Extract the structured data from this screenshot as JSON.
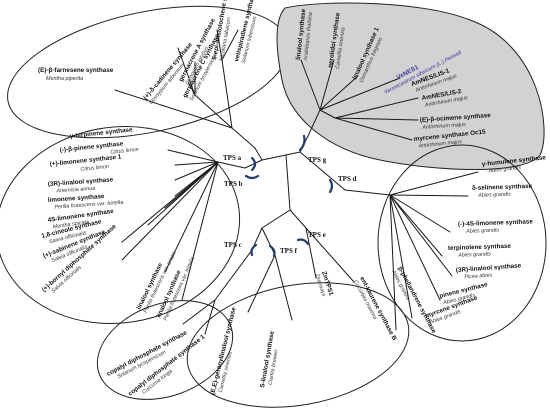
{
  "colors": {
    "branch": "#1a1a1a",
    "shaded_clade": "#d2d2d2",
    "highlight": "#3a3a9c",
    "bracket": "#1f3b6b"
  },
  "tps_labels": {
    "a": "TPS a",
    "b": "TPS b",
    "c": "TPS c",
    "d": "TPS d",
    "e": "TPS e",
    "f": "TPS f",
    "g": "TPS g"
  },
  "leaves": {
    "a1": {
      "gene": "5-epi-aristolochene synthase",
      "species": "Nicotiana tabacum"
    },
    "a2": {
      "gene": "vetispiradiene synthase",
      "species": "Solanum tuberosum"
    },
    "a3": {
      "gene": "germacrene A synthase",
      "species": "Cichorium intybus"
    },
    "a4": {
      "gene": "germacrene C synthase",
      "species": "Solanum lycopersicum"
    },
    "a5": {
      "gene": "(+)-δ-cadinene synthase",
      "species": "Gossypium arboreum"
    },
    "a6": {
      "gene": "(E)-β-farnesene synthase",
      "species": "Mentha piperita"
    },
    "g1": {
      "gene": "linalool synthase",
      "species": "Arabidopsis thaliana"
    },
    "g2": {
      "gene": "nerolidol synthase",
      "species": "Camellia sinensis"
    },
    "g3": {
      "gene": "linalool synthase 1",
      "species": "Osmanthus fragrans"
    },
    "g4": {
      "gene": "VeNES1",
      "species": "Veronicastrum sibiricum (L.) Pennell"
    },
    "g5": {
      "gene": "AmNES/LIS-1",
      "species": "Antirrhinum majus"
    },
    "g6": {
      "gene": "AmNES/LIS-2",
      "species": "Antirrhinum majus"
    },
    "g7": {
      "gene": "(E)-β-ocimene synthase",
      "species": "Antirrhinum majus"
    },
    "g8": {
      "gene": "myrcene synthase Oc15",
      "species": "Antirrhinum majus"
    },
    "b1": {
      "gene": "γ-terpinene synthase",
      "species": "Citrus limon"
    },
    "b2": {
      "gene": "(-)-β-pinene synthase",
      "species": "Citrus limon"
    },
    "b3": {
      "gene": "(+)-limonene synthase 1",
      "species": "Citrus limon"
    },
    "b4": {
      "gene": "(3R)-linalool synthase",
      "species": "Artemisia annua"
    },
    "b5": {
      "gene": "limonene synthase",
      "species": "Perilla frutescens var. hirtella"
    },
    "b6": {
      "gene": "4S-limonene synthase",
      "species": "Mentha spicata"
    },
    "b7": {
      "gene": "1,8-cineole synthase",
      "species": "Salvia officinalis"
    },
    "b8": {
      "gene": "(+)-sabinene synthase",
      "species": "Salvia officinalis"
    },
    "b9": {
      "gene": "(+)-bornyl diphosphate synthase",
      "species": "Salvia officinalis"
    },
    "b10": {
      "gene": "linalool synthase",
      "species": "Perilla frutescens var. crispa"
    },
    "b11": {
      "gene": "linalool synthase",
      "species": "Perilla frutescens var. hirtella"
    },
    "d1": {
      "gene": "γ-humulene synthase",
      "species": "Abies grandis"
    },
    "d2": {
      "gene": "δ-selinene synthase",
      "species": "Abies grandis"
    },
    "d3": {
      "gene": "(-)-4S-limonene synthase",
      "species": "Abies grandis"
    },
    "d4": {
      "gene": "terpinolene synthase",
      "species": "Abies grandis"
    },
    "d5": {
      "gene": "(3R)-linalool synthase",
      "species": "Picea abies"
    },
    "d6": {
      "gene": "pinene synthase",
      "species": "Abies grandis"
    },
    "d7": {
      "gene": "myrcene synthase",
      "species": "Abies grandis"
    },
    "d8": {
      "gene": "β-phellandrene synthase",
      "species": "Abies grandis"
    },
    "c1": {
      "gene": "copalyl diphosphate synthase",
      "species": "Solanum lycopersicum"
    },
    "c2": {
      "gene": "copalyl diphosphate synthase 1",
      "species": "Curcuma longa"
    },
    "f1": {
      "gene": "(E,E)-geranyllinalool synthase",
      "species": "Camellia sinensis"
    },
    "f2": {
      "gene": "S-linalool synthase",
      "species": "Clarkia breweri"
    },
    "e1": {
      "gene": "ZmTPS1",
      "species": "Zea mays"
    },
    "e2": {
      "gene": "ent-kaurene synthase B",
      "species": "Cucurbita maxima"
    }
  }
}
